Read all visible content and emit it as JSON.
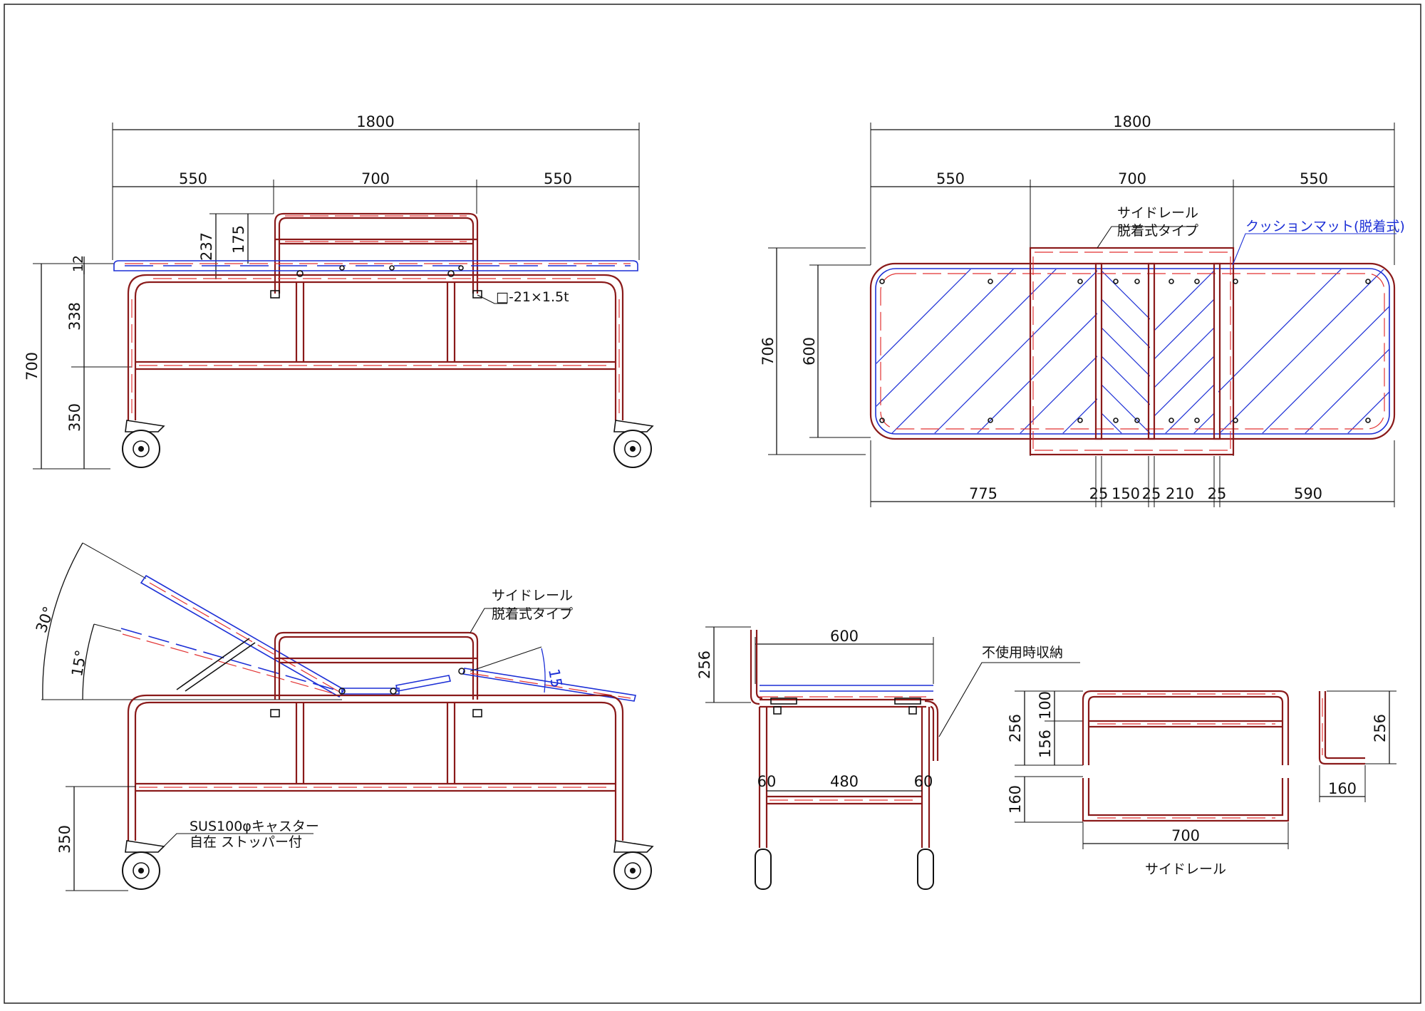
{
  "side_view": {
    "overall": "1800",
    "left": "550",
    "center": "700",
    "right": "550",
    "rail_height": "175",
    "rail_total": "237",
    "deck_thickness": "12",
    "upper_height": "338",
    "total_height": "700",
    "lower_height": "350",
    "tube_spec": "□-21×1.5t"
  },
  "top_view": {
    "overall": "1800",
    "left": "550",
    "center": "700",
    "right": "550",
    "width_total": "706",
    "width_inner": "600",
    "rail_note_1": "サイドレール",
    "rail_note_2": "脱着式タイプ",
    "mat_note": "クッションマット(脱着式)",
    "bottom_dims": [
      "775",
      "25",
      "150",
      "25",
      "210",
      "25",
      "590"
    ]
  },
  "reclined_view": {
    "angle_back": "30°",
    "angle_back_alt": "15°",
    "angle_leg": "15",
    "rail_note_1": "サイドレール",
    "rail_note_2": "脱着式タイプ",
    "lower_height": "350",
    "caster_note_1": "SUS100φキャスター",
    "caster_note_2": "自在 ストッパー付"
  },
  "end_view": {
    "width": "600",
    "rail_height": "256",
    "stow_note": "不使用時収納",
    "inner_span": "480",
    "inset_left": "60",
    "inset_right": "60"
  },
  "rail_detail": {
    "height_total": "256",
    "upper": "100",
    "lower": "156",
    "foot": "160",
    "length": "700",
    "profile_height": "256",
    "profile_depth": "160",
    "caption": "サイドレール"
  }
}
